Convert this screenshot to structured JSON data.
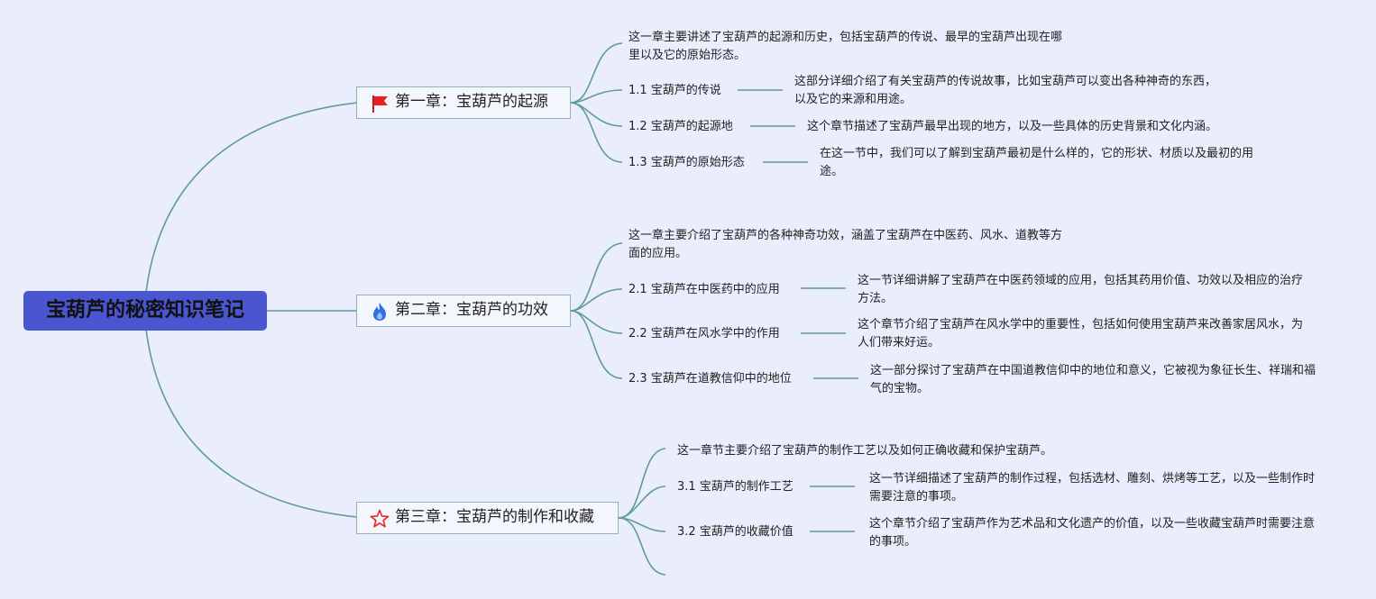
{
  "root": {
    "title": "宝葫芦的秘密知识笔记"
  },
  "chapters": [
    {
      "title": "第一章：宝葫芦的起源",
      "icon": "flag-icon",
      "summary": "这一章主要讲述了宝葫芦的起源和历史，包括宝葫芦的传说、最早的宝葫芦出现在哪里以及它的原始形态。",
      "sections": [
        {
          "label": "1.1 宝葫芦的传说",
          "desc": "这部分详细介绍了有关宝葫芦的传说故事，比如宝葫芦可以变出各种神奇的东西，以及它的来源和用途。"
        },
        {
          "label": "1.2 宝葫芦的起源地",
          "desc": "这个章节描述了宝葫芦最早出现的地方，以及一些具体的历史背景和文化内涵。"
        },
        {
          "label": "1.3 宝葫芦的原始形态",
          "desc": "在这一节中，我们可以了解到宝葫芦最初是什么样的，它的形状、材质以及最初的用途。"
        }
      ]
    },
    {
      "title": "第二章：宝葫芦的功效",
      "icon": "fire-icon",
      "summary": "这一章主要介绍了宝葫芦的各种神奇功效，涵盖了宝葫芦在中医药、风水、道教等方面的应用。",
      "sections": [
        {
          "label": "2.1 宝葫芦在中医药中的应用",
          "desc": "这一节详细讲解了宝葫芦在中医药领域的应用，包括其药用价值、功效以及相应的治疗方法。"
        },
        {
          "label": "2.2 宝葫芦在风水学中的作用",
          "desc": "这个章节介绍了宝葫芦在风水学中的重要性，包括如何使用宝葫芦来改善家居风水，为人们带来好运。"
        },
        {
          "label": "2.3 宝葫芦在道教信仰中的地位",
          "desc": "这一部分探讨了宝葫芦在中国道教信仰中的地位和意义，它被视为象征长生、祥瑞和福气的宝物。"
        }
      ]
    },
    {
      "title": "第三章：宝葫芦的制作和收藏",
      "icon": "star-icon",
      "summary": "这一章节主要介绍了宝葫芦的制作工艺以及如何正确收藏和保护宝葫芦。",
      "sections": [
        {
          "label": "3.1 宝葫芦的制作工艺",
          "desc": "这一节详细描述了宝葫芦的制作过程，包括选材、雕刻、烘烤等工艺，以及一些制作时需要注意的事项。"
        },
        {
          "label": "3.2 宝葫芦的收藏价值",
          "desc": "这个章节介绍了宝葫芦作为艺术品和文化遗产的价值，以及一些收藏宝葫芦时需要注意的事项。"
        }
      ]
    }
  ],
  "colors": {
    "root": "#4a55d0",
    "edge": "#5e9b9a",
    "background": "#eaedfb"
  }
}
